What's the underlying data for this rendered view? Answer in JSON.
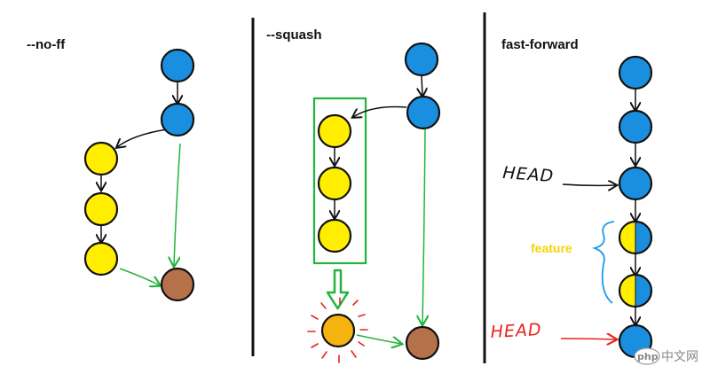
{
  "panels": [
    {
      "title": "--no-ff"
    },
    {
      "title": "--squash"
    },
    {
      "title": "fast-forward"
    }
  ],
  "labels": {
    "head_black": "HEAD",
    "head_red": "HEAD",
    "feature": "feature"
  },
  "watermark": {
    "badge": "php",
    "text": "中文网"
  },
  "colors": {
    "blue": "#1a8fe0",
    "yellow": "#ffee00",
    "brown": "#b5714a",
    "orange": "#f5b30f",
    "green": "#22b43c",
    "red": "#e8231f",
    "feature_label": "#f2d500",
    "brace": "#1a9be8"
  }
}
